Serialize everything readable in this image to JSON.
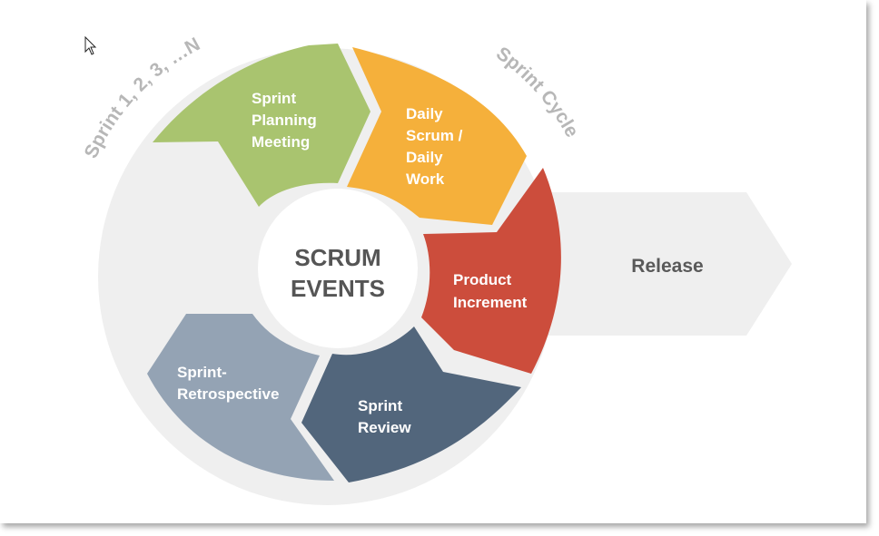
{
  "center": {
    "line1": "SCRUM",
    "line2": "EVENTS"
  },
  "release": {
    "label": "Release"
  },
  "arc_labels": {
    "left": "Sprint 1, 2, 3, …N",
    "right": "Sprint Cycle"
  },
  "segments": [
    {
      "lines": [
        "Sprint",
        "Planning",
        "Meeting"
      ],
      "color": "#a9c46f"
    },
    {
      "lines": [
        "Daily",
        "Scrum /",
        "Daily",
        "Work"
      ],
      "color": "#f5b03b"
    },
    {
      "lines": [
        "Product",
        "Increment"
      ],
      "color": "#cc4d3c"
    },
    {
      "lines": [
        "Sprint",
        "Review"
      ],
      "color": "#52667c"
    },
    {
      "lines": [
        "Sprint-",
        "Retrospective"
      ],
      "color": "#94a3b4"
    }
  ],
  "colors": {
    "ring": "#efefef",
    "release_arrow": "#efefef"
  },
  "icons": {
    "cursor": "mouse-pointer-icon"
  }
}
